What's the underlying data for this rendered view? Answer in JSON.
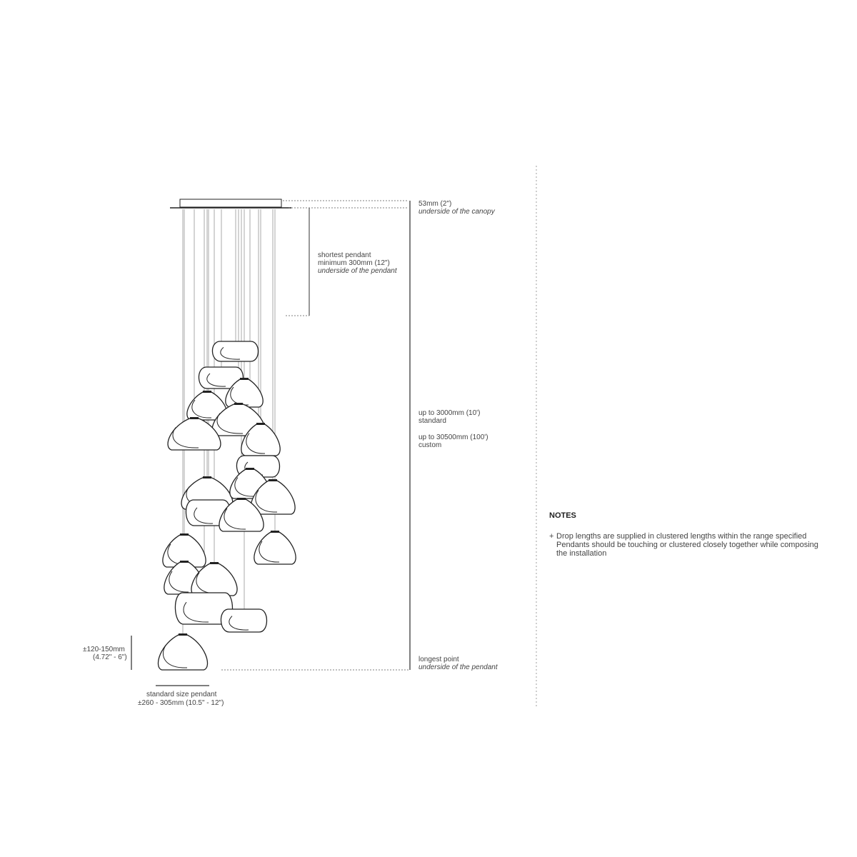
{
  "canopy": {
    "height_label": "53mm (2\")",
    "reference_label": "underside of the canopy"
  },
  "shortest_pendant": {
    "title": "shortest pendant",
    "minimum": "minimum 300mm (12\")",
    "reference": "underside of the pendant"
  },
  "drop_lengths": {
    "standard_value": "up to 3000mm (10')",
    "standard_label": "standard",
    "custom_value": "up to 30500mm (100')",
    "custom_label": "custom"
  },
  "longest_point": {
    "title": "longest point",
    "reference": "underside of the pendant"
  },
  "pendant_height": {
    "mm": "±120-150mm",
    "inches": "(4.72\" - 6\")"
  },
  "pendant_width": {
    "title": "standard size pendant",
    "value": "±260 - 305mm (10.5\" - 12\")"
  },
  "notes": {
    "title": "NOTES",
    "bullet": "+",
    "items": [
      "Drop lengths are supplied in clustered lengths within the range specified\nPendants should be touching or clustered closely together while composing\nthe installation"
    ]
  },
  "colors": {
    "line": "#222222",
    "cord": "#999999",
    "dim": "#555555"
  }
}
